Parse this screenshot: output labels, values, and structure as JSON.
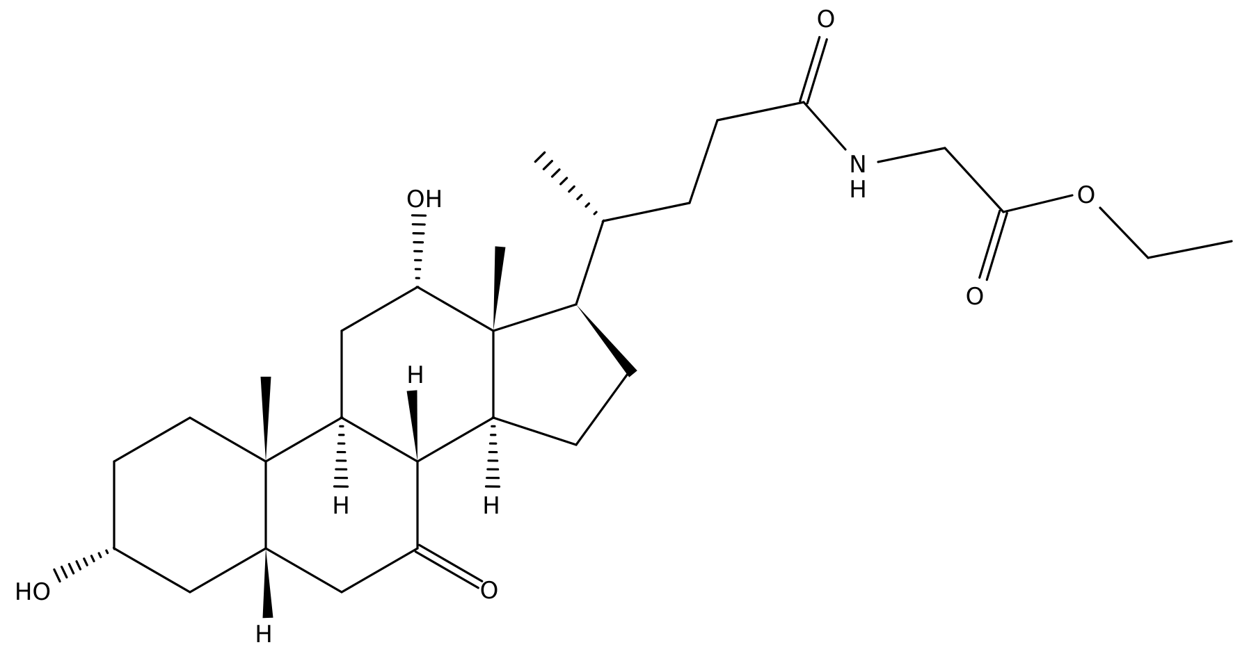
{
  "molecule": {
    "atom_labels": {
      "oh_top": "OH",
      "ho_left": "HO",
      "o_ketone": "O",
      "o_amide": "O",
      "nh_n": "N",
      "nh_h": "H",
      "o_ester": "O",
      "o_ester_carbonyl": "O",
      "h_c8": "H",
      "h_c9": "H",
      "h_c14": "H",
      "h_c5": "H"
    },
    "colors": {
      "bond": "#000000",
      "label": "#000000",
      "background": "#ffffff"
    }
  }
}
